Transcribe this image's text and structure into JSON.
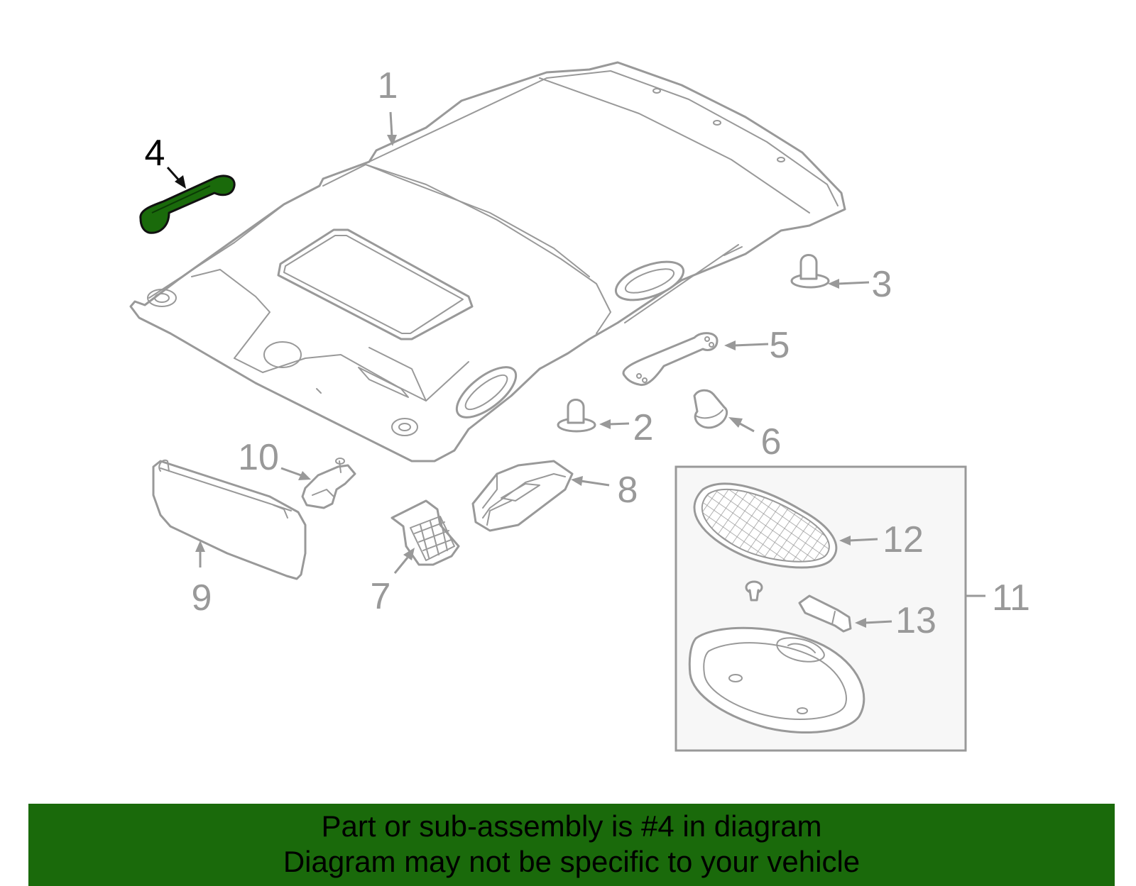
{
  "callouts": {
    "c1": "1",
    "c2": "2",
    "c3": "3",
    "c4": "4",
    "c5": "5",
    "c6": "6",
    "c7": "7",
    "c8": "8",
    "c9": "9",
    "c10": "10",
    "c11": "11",
    "c12": "12",
    "c13": "13"
  },
  "highlight": {
    "part": "4",
    "color": "#1a6a0b"
  },
  "colors": {
    "line_art": "#999999",
    "banner": "#1a6a0b",
    "background": "#ffffff"
  },
  "footer": {
    "line1": "Part or sub-assembly is #4 in diagram",
    "line2": "Diagram may not be specific to your vehicle"
  }
}
